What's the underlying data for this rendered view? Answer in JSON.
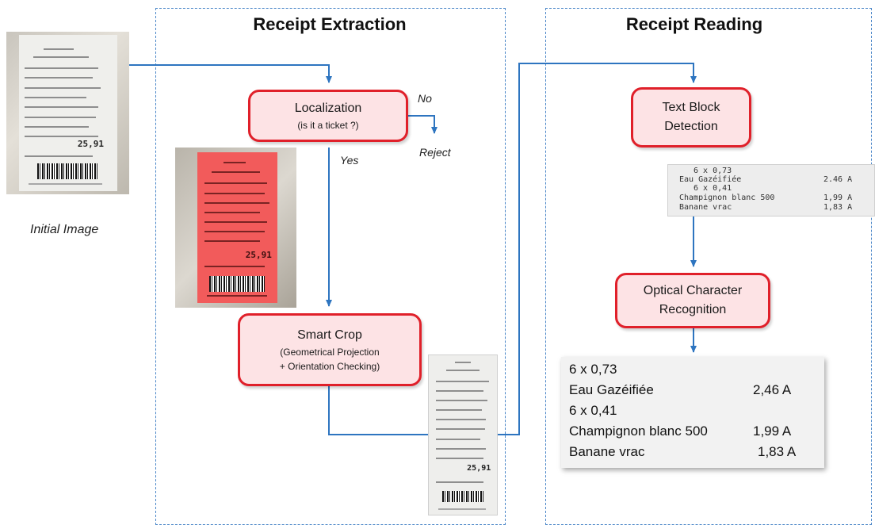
{
  "sections": {
    "extraction_title": "Receipt Extraction",
    "reading_title": "Receipt Reading"
  },
  "nodes": {
    "localization": {
      "main": "Localization",
      "sub": "(is it a ticket ?)"
    },
    "smart_crop": {
      "main": "Smart Crop",
      "sub1": "(Geometrical Projection",
      "sub2": "+ Orientation Checking)"
    },
    "text_block": {
      "line1": "Text Block",
      "line2": "Detection"
    },
    "ocr_node": {
      "line1": "Optical Character",
      "line2": "Recognition"
    }
  },
  "edge_labels": {
    "no": "No",
    "yes": "Yes",
    "reject": "Reject"
  },
  "captions": {
    "initial_image": "Initial Image"
  },
  "receipt_text": {
    "total": "25,91"
  },
  "detected_snippet": {
    "rows": [
      {
        "left": "6 x 0,73",
        "right": ""
      },
      {
        "left": "Eau Gazéifiée",
        "right": "2.46 A"
      },
      {
        "left": "6 x 0,41",
        "right": ""
      },
      {
        "left": "Champignon blanc 500",
        "right": "1,99 A"
      },
      {
        "left": "Banane vrac",
        "right": "1,83 A"
      }
    ]
  },
  "ocr_output": {
    "rows": [
      {
        "left": "6 x 0,73",
        "right": ""
      },
      {
        "left": "Eau Gazéifiée",
        "right": "2,46 A"
      },
      {
        "left": "6 x 0,41",
        "right": ""
      },
      {
        "left": "Champignon blanc  500",
        "right": "1,99 A"
      },
      {
        "left": "Banane vrac",
        "right": "1,83 A"
      }
    ]
  },
  "colors": {
    "node_fill": "#fde3e5",
    "node_border": "#e0202a",
    "arrow": "#2e75c0",
    "panel_border": "#4a86c8",
    "highlight": "#f05a5a"
  }
}
